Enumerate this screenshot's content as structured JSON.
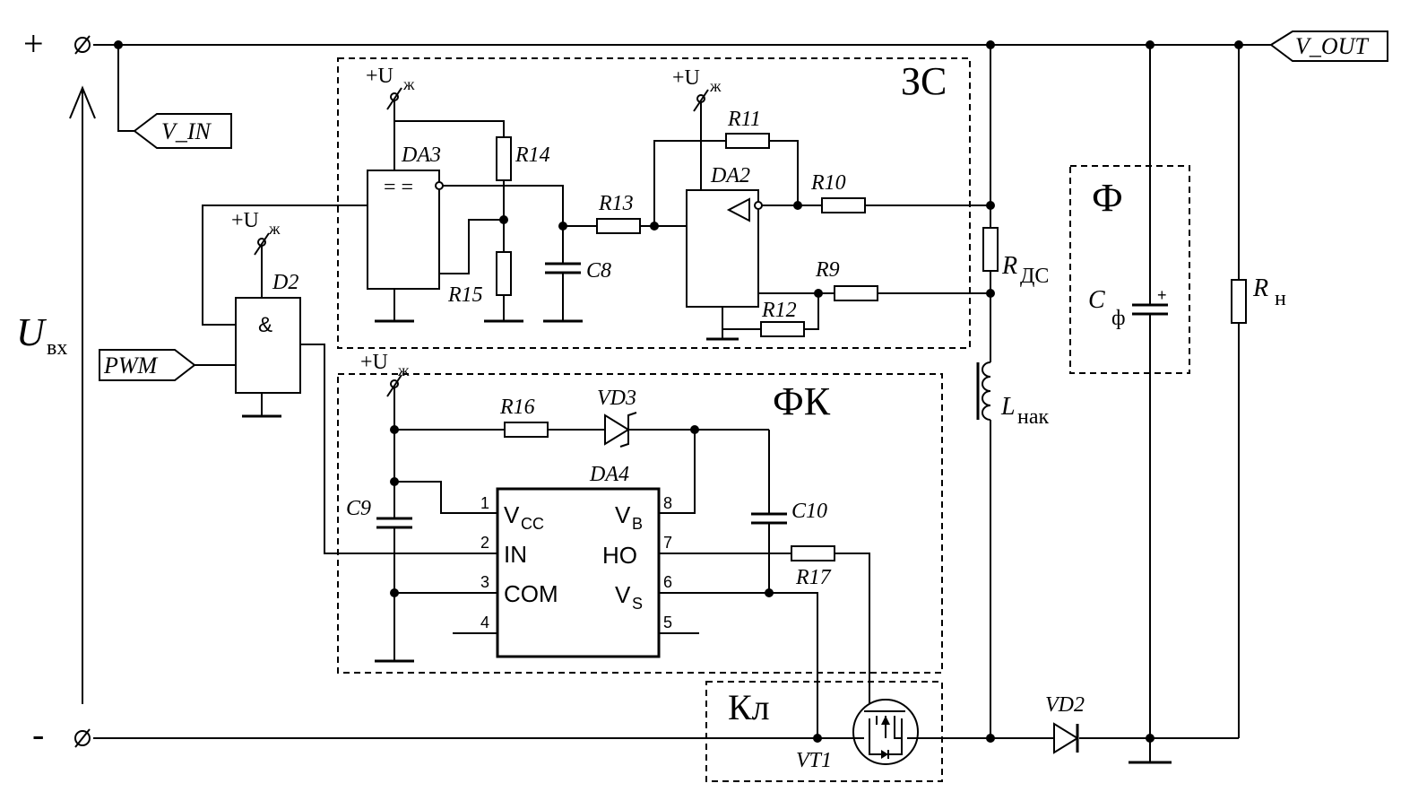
{
  "terminals": {
    "plus": "+",
    "minus": "-"
  },
  "ports": {
    "v_in": "V_IN",
    "v_out": "V_OUT",
    "pwm": "PWM"
  },
  "input_voltage": {
    "main": "U",
    "sub": "вх"
  },
  "supply": {
    "prefix": "+U",
    "sub": "ж"
  },
  "blocks": {
    "zs": "ЗС",
    "fk": "ФК",
    "f": "Ф",
    "kl": "Кл"
  },
  "gate": {
    "name": "D2",
    "symbol": "&"
  },
  "comparator": {
    "name": "DA3",
    "symbol": "= ="
  },
  "amplifier": {
    "name": "DA2"
  },
  "driver": {
    "name": "DA4",
    "pins": [
      {
        "num": "1",
        "label": "V",
        "sub": "CC"
      },
      {
        "num": "2",
        "label": "IN",
        "sub": ""
      },
      {
        "num": "3",
        "label": "COM",
        "sub": ""
      },
      {
        "num": "4",
        "label": "",
        "sub": ""
      },
      {
        "num": "5",
        "label": "",
        "sub": ""
      },
      {
        "num": "6",
        "label": "V",
        "sub": "S"
      },
      {
        "num": "7",
        "label": "HO",
        "sub": ""
      },
      {
        "num": "8",
        "label": "V",
        "sub": "B"
      }
    ]
  },
  "resistors": {
    "r9": "R9",
    "r10": "R10",
    "r11": "R11",
    "r12": "R12",
    "r13": "R13",
    "r14": "R14",
    "r15": "R15",
    "r16": "R16",
    "r17": "R17"
  },
  "capacitors": {
    "c8": "C8",
    "c9": "C9",
    "c10": "C10"
  },
  "diodes": {
    "vd2": "VD2",
    "vd3": "VD3"
  },
  "transistor": "VT1",
  "shunt": {
    "main": "R",
    "sub": "ДС"
  },
  "inductor": {
    "main": "L",
    "sub": "нак"
  },
  "filter_cap": {
    "main": "C",
    "sub": "ф"
  },
  "load": {
    "main": "R",
    "sub": "н"
  }
}
